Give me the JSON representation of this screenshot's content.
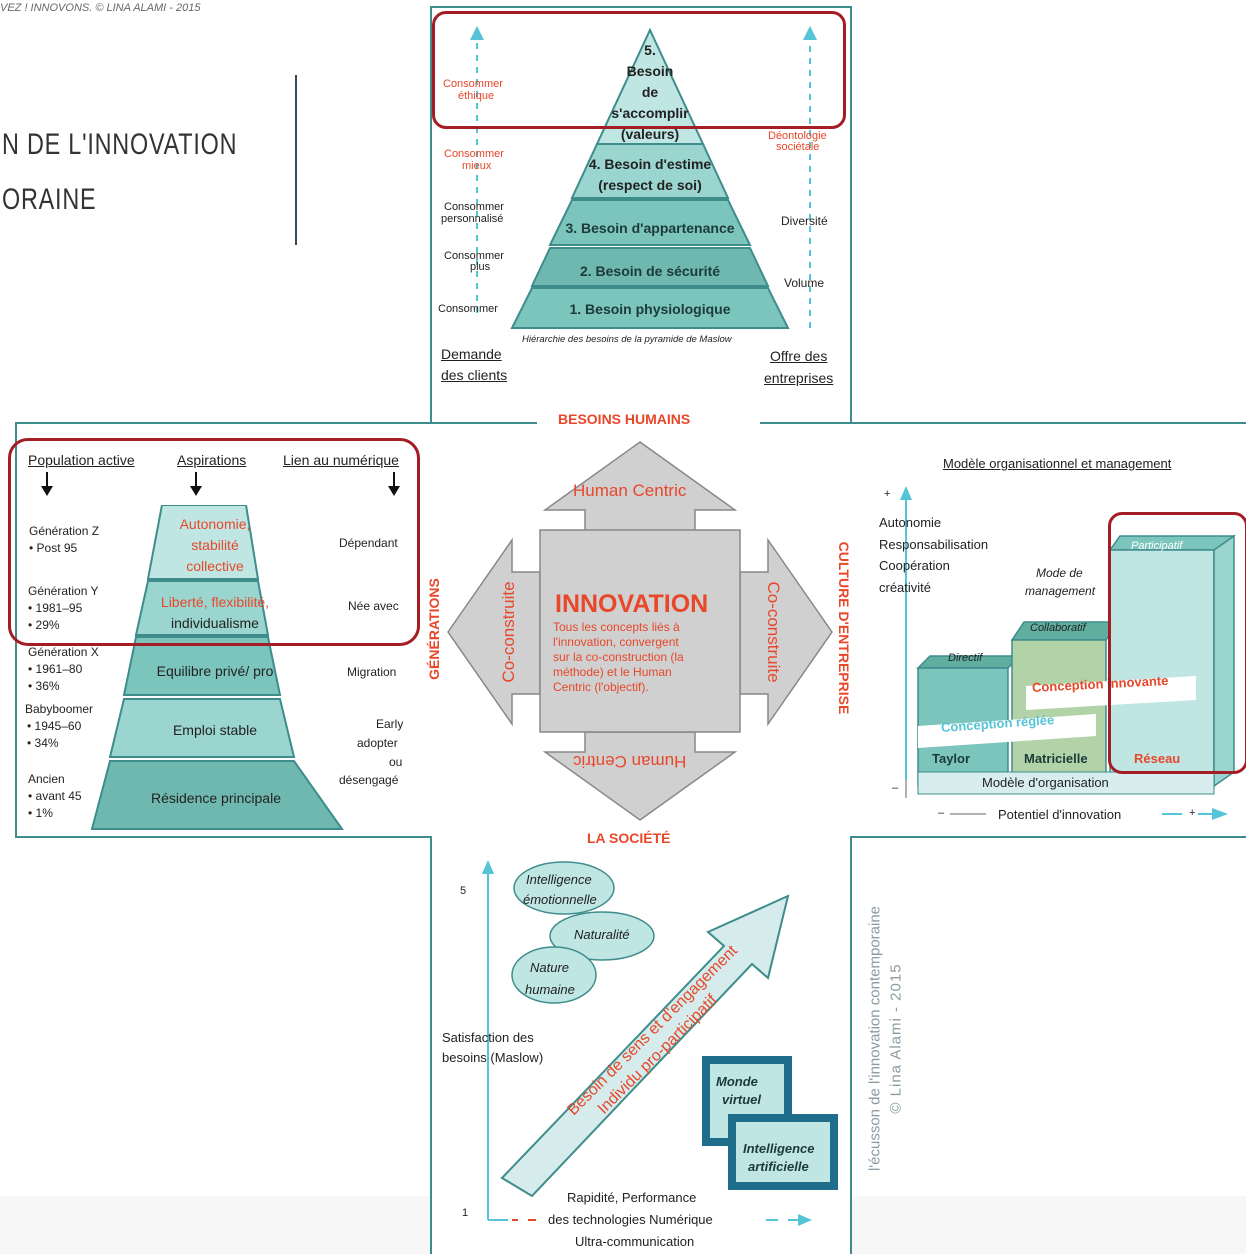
{
  "header": {
    "copyright": "VEZ ! INNOVONS. © LINA ALAMI - 2015",
    "title_line1": "N DE L'INNOVATION",
    "title_line2": "ORAINE"
  },
  "maslow": {
    "levels": [
      "5.",
      "Besoin",
      "de",
      "s'accomplir",
      "(valeurs)"
    ],
    "level4": [
      "4. Besoin d'estime",
      "(respect de soi)"
    ],
    "level3": "3. Besoin d'appartenance",
    "level2": "2. Besoin de sécurité",
    "level1": "1. Besoin physiologique",
    "caption": "Hiérarchie des besoins de la pyramide de Maslow",
    "left": [
      "Consommer",
      "éthique",
      "Consommer",
      "mieux",
      "Consommer",
      "personnalisé",
      "Consommer",
      "plus",
      "Consommer"
    ],
    "right": [
      "Déontologie",
      "sociétale",
      "Diversité",
      "Volume"
    ],
    "demand": [
      "Demande",
      "des clients"
    ],
    "offer": [
      "Offre des",
      "entreprises"
    ]
  },
  "center": {
    "top": "BESOINS HUMAINS",
    "bottom": "LA SOCIÉTÉ",
    "left": "GÉNÉRATIONS",
    "right": "CULTURE D'ENTREPRISE",
    "up_arrow": "Human Centric",
    "down_arrow": "Human Centric",
    "left_arrow": "Co-construite",
    "right_arrow": "Co-construite",
    "title": "INNOVATION",
    "desc": [
      "Tous les concepts liés à",
      "l'innovation, convergent",
      "sur la co-construction (la",
      "méthode) et le Human",
      "Centric (l'objectif)."
    ]
  },
  "generations": {
    "headers": [
      "Population active",
      "Aspirations",
      "Lien au numérique"
    ],
    "rows": [
      {
        "name": "Génération Z",
        "details": [
          "• Post 95"
        ],
        "aspiration": [
          "Autonomie,",
          "stabilité",
          "collective"
        ],
        "link": [
          "Dépendant"
        ]
      },
      {
        "name": "Génération Y",
        "details": [
          "• 1981–95",
          "• 29%"
        ],
        "aspiration": [
          "Liberté, flexibilité,",
          "individualisme"
        ],
        "link": [
          "Née avec"
        ]
      },
      {
        "name": "Génération X",
        "details": [
          "• 1961–80",
          "• 36%"
        ],
        "aspiration": [
          "Equilibre privé/ pro"
        ],
        "link": [
          "Migration"
        ]
      },
      {
        "name": "Babyboomer",
        "details": [
          "• 1945–60",
          "• 34%"
        ],
        "aspiration": [
          "Emploi stable"
        ],
        "link": [
          "Early",
          "adopter",
          "ou",
          "désengagé"
        ]
      },
      {
        "name": "Ancien",
        "details": [
          "• avant 45",
          "• 1%"
        ],
        "aspiration": [
          "Résidence principale"
        ],
        "link": []
      }
    ]
  },
  "culture": {
    "title": "Modèle organisationnel et management",
    "y_items": [
      "Autonomie",
      "Responsabilisation",
      "Coopération",
      "créativité"
    ],
    "mode": [
      "Mode de",
      "management"
    ],
    "bars": [
      "Directif",
      "Collaboratif",
      "Participatif"
    ],
    "banner1": "Conception innovante",
    "banner2": "Conception réglée",
    "orgs": [
      "Taylor",
      "Matricielle",
      "Réseau"
    ],
    "model": "Modèle d'organisation",
    "x_label": "Potentiel d'innovation",
    "plus": "+",
    "minus": "–"
  },
  "society": {
    "clouds": [
      [
        "Intelligence",
        "émotionnelle"
      ],
      [
        "Naturalité"
      ],
      [
        "Nature",
        "humaine"
      ]
    ],
    "y_label": [
      "Satisfaction des",
      "besoins (Maslow)"
    ],
    "arrow": [
      "Besoin de sens et d'engagement",
      "Individu pro-participatif"
    ],
    "boxes": [
      [
        "Monde",
        "virtuel"
      ],
      [
        "Intelligence",
        "artificielle"
      ]
    ],
    "x_label": [
      "Rapidité, Performance",
      "des technologies Numérique",
      "Ultra-communication"
    ],
    "y_top": "5",
    "y_bottom": "1"
  },
  "side_credit": [
    "l'écusson de l'innovation contemporaine",
    "© Lina Alami - 2015"
  ],
  "colors": {
    "teal_dark": "#3e8c8c",
    "teal_mid": "#7cc5bd",
    "teal_light": "#bfe6e3",
    "red_label": "#e8472a",
    "frame_red": "#a51d24",
    "gray_arrow": "#d0d0d0"
  }
}
